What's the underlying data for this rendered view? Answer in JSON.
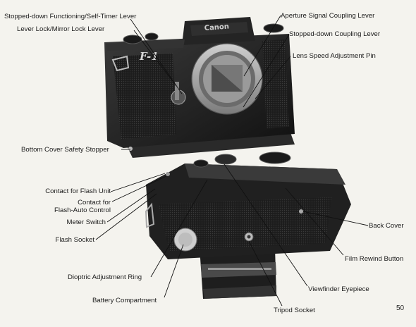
{
  "page_number": "50",
  "camera_badges": {
    "model": "F-1",
    "brand": "Canon"
  },
  "callouts": {
    "stopped_down_lever": "Stopped-down Functioning/Self-Timer Lever",
    "lever_lock": "Lever Lock/Mirror Lock Lever",
    "aperture_signal": "Aperture Signal Coupling Lever",
    "stopped_down_coupling": "Stopped-down Coupling Lever",
    "lens_speed_pin": "Lens Speed Adjustment Pin",
    "bottom_cover_stopper": "Bottom Cover Safety Stopper",
    "contact_flash_unit": "Contact for Flash Unit",
    "contact_flash_auto_1": "Contact for",
    "contact_flash_auto_2": "Flash-Auto Control",
    "meter_switch": "Meter Switch",
    "flash_socket": "Flash Socket",
    "back_cover": "Back Cover",
    "film_rewind": "Film Rewind Button",
    "dioptric_ring": "Dioptric Adjustment Ring",
    "viewfinder_eyepiece": "Viewfinder Eyepiece",
    "battery_compartment": "Battery Compartment",
    "tripod_socket": "Tripod Socket"
  }
}
